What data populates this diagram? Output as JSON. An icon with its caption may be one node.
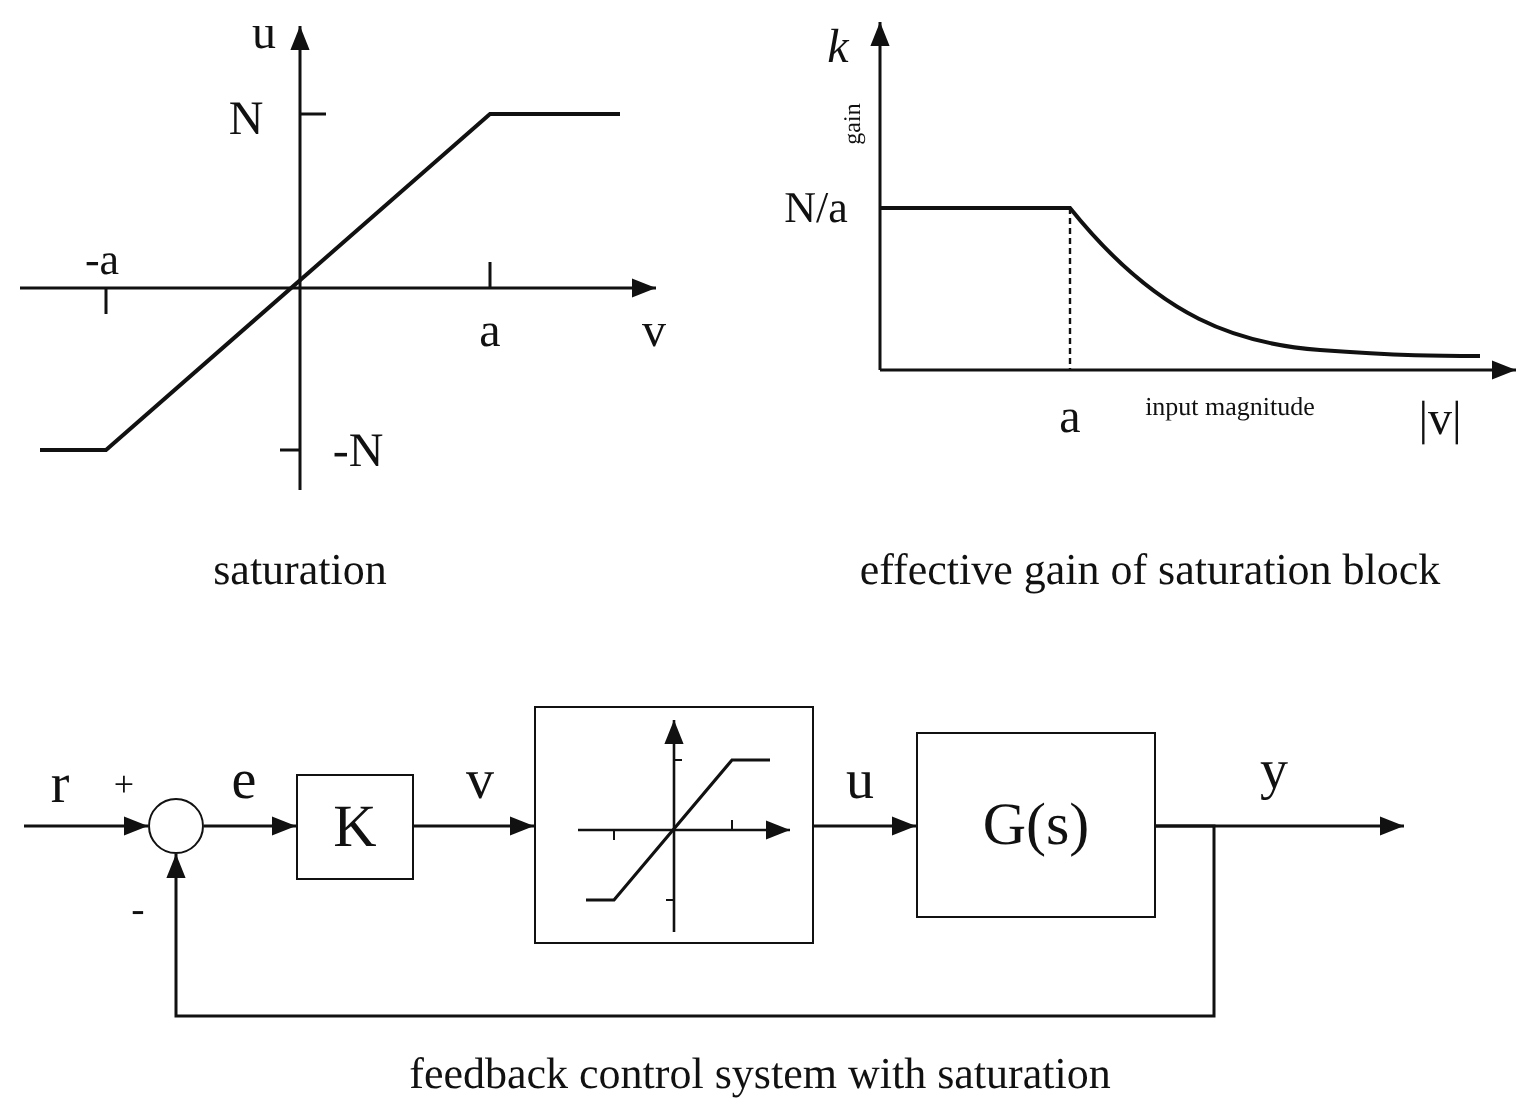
{
  "diagram": {
    "caption": "feedback control system with saturation",
    "nodes": [
      {
        "text": [],
        "shape": "circle"
      },
      {
        "text": [
          "K"
        ]
      },
      {
        "text": [],
        "shape": "box"
      },
      {
        "text": [
          "G(s)"
        ]
      }
    ],
    "edges": [
      {
        "from": null,
        "to": 0,
        "arrow": "to",
        "label": "r"
      },
      {
        "from": 0,
        "to": 1,
        "arrow": "to",
        "label": "e"
      },
      {
        "from": 1,
        "to": 2,
        "arrow": "to",
        "label": "v"
      },
      {
        "from": 2,
        "to": 3,
        "arrow": "to",
        "label": "u"
      },
      {
        "from": 3,
        "to": null,
        "arrow": "to",
        "label": "y"
      },
      {
        "from": 3,
        "to": 0,
        "arrow": "to"
      }
    ],
    "labels": [
      "u",
      "N",
      "-a",
      "a",
      "v",
      "-N",
      "saturation",
      "k",
      "gain",
      "N/a",
      "a",
      "input magnitude",
      "|v|",
      "effective gain of saturation block",
      "+",
      "-"
    ]
  }
}
